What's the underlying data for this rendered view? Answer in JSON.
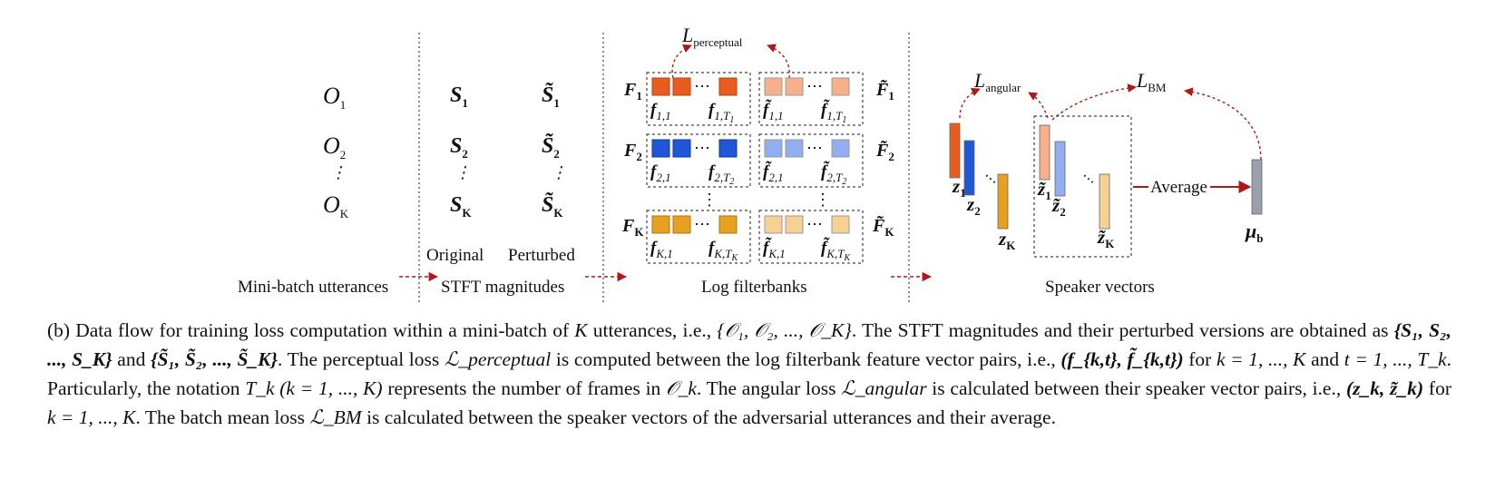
{
  "colors": {
    "orange": "#e85d1e",
    "orange_light": "#f6b08a",
    "blue": "#1f57d6",
    "blue_light": "#93aef0",
    "amber": "#e8a020",
    "amber_light": "#f6d193",
    "gray": "#9aa1ab",
    "arrow": "#b01818"
  },
  "stage_labels": {
    "mini_batch": "Mini-batch utterances",
    "stft": "STFT magnitudes",
    "original": "Original",
    "perturbed": "Perturbed",
    "log_filterbanks": "Log filterbanks",
    "speaker_vectors": "Speaker vectors",
    "average": "Average"
  },
  "loss_labels": {
    "perceptual": {
      "base": "L",
      "sub": "perceptual"
    },
    "angular": {
      "base": "L",
      "sub": "angular"
    },
    "bm": {
      "base": "L",
      "sub": "BM"
    }
  },
  "utterances": [
    {
      "base": "O",
      "sub": "1"
    },
    {
      "base": "O",
      "sub": "2"
    },
    {
      "base": "O",
      "sub": "K"
    }
  ],
  "stft_original": [
    {
      "base": "S",
      "sub": "1"
    },
    {
      "base": "S",
      "sub": "2"
    },
    {
      "base": "S",
      "sub": "K"
    }
  ],
  "stft_perturbed": [
    {
      "base": "S̃",
      "sub": "1"
    },
    {
      "base": "S̃",
      "sub": "2"
    },
    {
      "base": "S̃",
      "sub": "K"
    }
  ],
  "filterbank_left": [
    {
      "base": "F",
      "sub": "1"
    },
    {
      "base": "F",
      "sub": "2"
    },
    {
      "base": "F",
      "sub": "K"
    }
  ],
  "filterbank_right": [
    {
      "base": "F̃",
      "sub": "1"
    },
    {
      "base": "F̃",
      "sub": "2"
    },
    {
      "base": "F̃",
      "sub": "K"
    }
  ],
  "frame_labels": [
    {
      "first": {
        "base": "f",
        "sub": "1,1"
      },
      "last": {
        "base": "f",
        "sub": "1,T",
        "subsub": "1"
      },
      "pfirst": {
        "base": "f̃",
        "sub": "1,1"
      },
      "plast": {
        "base": "f̃",
        "sub": "1,T",
        "subsub": "1"
      }
    },
    {
      "first": {
        "base": "f",
        "sub": "2,1"
      },
      "last": {
        "base": "f",
        "sub": "2,T",
        "subsub": "2"
      },
      "pfirst": {
        "base": "f̃",
        "sub": "2,1"
      },
      "plast": {
        "base": "f̃",
        "sub": "2,T",
        "subsub": "2"
      }
    },
    {
      "first": {
        "base": "f",
        "sub": "K,1"
      },
      "last": {
        "base": "f",
        "sub": "K,T",
        "subsub": "K"
      },
      "pfirst": {
        "base": "f̃",
        "sub": "K,1"
      },
      "plast": {
        "base": "f̃",
        "sub": "K,T",
        "subsub": "K"
      }
    }
  ],
  "speaker_vectors_original": [
    {
      "base": "z",
      "sub": "1"
    },
    {
      "base": "z",
      "sub": "2"
    },
    {
      "base": "z",
      "sub": "K"
    }
  ],
  "speaker_vectors_perturbed": [
    {
      "base": "z̃",
      "sub": "1"
    },
    {
      "base": "z̃",
      "sub": "2"
    },
    {
      "base": "z̃",
      "sub": "K"
    }
  ],
  "mean_vector": {
    "base": "μ",
    "sub": "b"
  },
  "caption": {
    "s1": "(b) Data flow for training loss computation within a mini-batch of ",
    "s2": " utterances, i.e., ",
    "s3": ". The STFT magnitudes and their perturbed versions are obtained as ",
    "s4": " and ",
    "s5": ". The perceptual loss ",
    "s6": " is computed between the log filterbank feature vector pairs, i.e., ",
    "s7": " for ",
    "s8": " and ",
    "s9": ". Particularly, the notation ",
    "s10": " represents the number of frames in ",
    "s11": ". The angular loss ",
    "s12": " is calculated between their speaker vector pairs, i.e., ",
    "s13": " for ",
    "s14": ". The batch mean loss ",
    "s15": " is calculated between the speaker vectors of the adversarial utterances and their average.",
    "m_K": "K",
    "m_utt_set": "{𝒪₁, 𝒪₂, ..., 𝒪_K}",
    "m_S_set": "{S₁, S₂, ..., S_K}",
    "m_St_set": "{S̃₁, S̃₂, ..., S̃_K}",
    "m_Lperc": "ℒ_perceptual",
    "m_fpair": "(f_{k,t}, f̃_{k,t})",
    "m_krange": "k = 1, ..., K",
    "m_trange": "t = 1, ..., T_k",
    "m_Tk": "T_k (k = 1, ..., K)",
    "m_Ok": "𝒪_k",
    "m_Lang": "ℒ_angular",
    "m_zpair": "(z_k, z̃_k)",
    "m_krange2": "k = 1, ..., K",
    "m_LBM": "ℒ_BM"
  }
}
